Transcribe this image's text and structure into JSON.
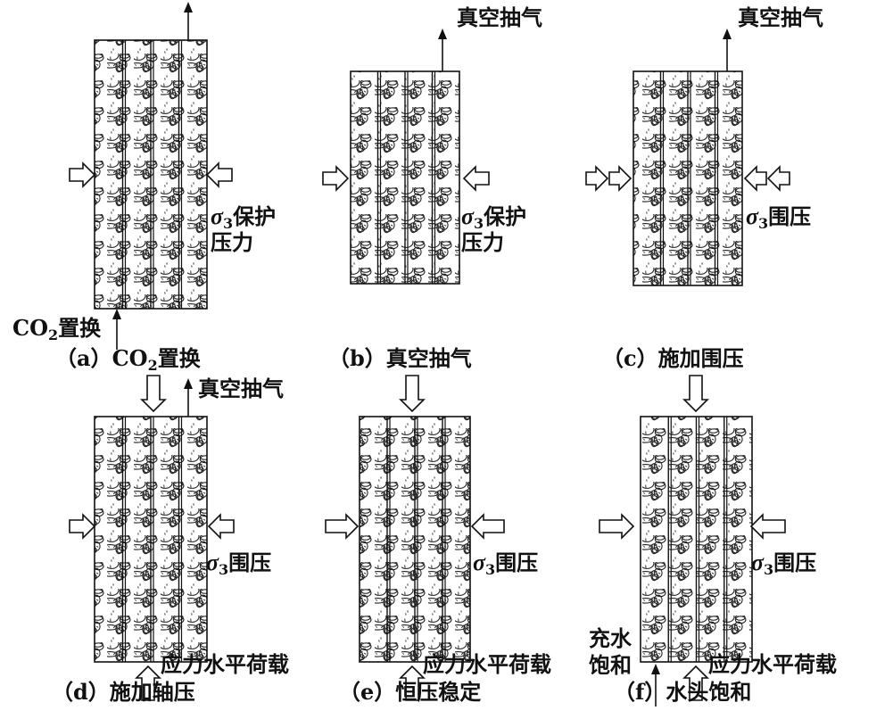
{
  "panels": [
    {
      "id": "a",
      "caption_prefix": "（a）",
      "caption": "CO",
      "caption_sub": "2",
      "caption_suffix": "置换",
      "side_sigma": "σ",
      "side_sub": "3",
      "side_label": "保护",
      "side_label2": "压力",
      "bottom_label": "CO",
      "bottom_sub": "2",
      "bottom_suffix": "置换"
    },
    {
      "id": "b",
      "caption_prefix": "（b）",
      "caption": "真空抽气",
      "top_label": "真空抽气",
      "side_sigma": "σ",
      "side_sub": "3",
      "side_label": "保护",
      "side_label2": "压力"
    },
    {
      "id": "c",
      "caption_prefix": "（c）",
      "caption": "施加围压",
      "top_label": "真空抽气",
      "side_sigma": "σ",
      "side_sub": "3",
      "side_label": "围压"
    },
    {
      "id": "d",
      "caption_prefix": "（d）",
      "caption": "施加轴压",
      "top_label": "真空抽气",
      "side_sigma": "σ",
      "side_sub": "3",
      "side_label": "围压",
      "load_label": "应力水平荷载"
    },
    {
      "id": "e",
      "caption_prefix": "（e）",
      "caption": "恒压稳定",
      "side_sigma": "σ",
      "side_sub": "3",
      "side_label": "围压",
      "load_label": "应力水平荷载"
    },
    {
      "id": "f",
      "caption_prefix": "（f）",
      "caption": "水头饱和",
      "side_sigma": "σ",
      "side_sub": "3",
      "side_label": "围压",
      "load_label": "应力水平荷载",
      "water_label": "充水",
      "water_label2": "饱和"
    }
  ]
}
